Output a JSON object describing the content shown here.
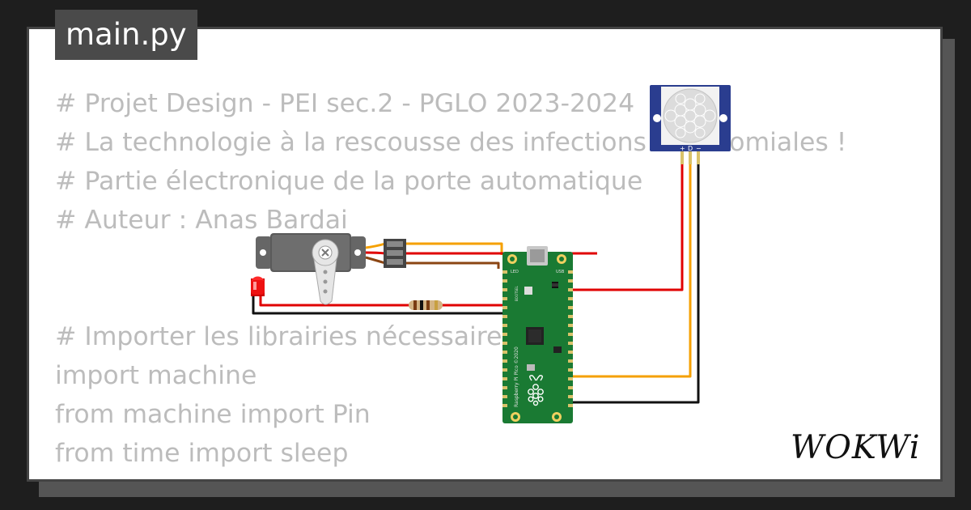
{
  "tab": {
    "filename": "main.py"
  },
  "code": {
    "lines": [
      "# Projet Design - PEI sec.2 - PGLO 2023-2024",
      "# La technologie à la rescousse des infections nosocomiales !",
      "# Partie électronique de la porte automatique",
      "# Auteur : Anas Bardai",
      "",
      "",
      "# Importer les librairies nécessaires",
      "import machine",
      "from machine import Pin",
      "from time import sleep"
    ]
  },
  "circuit": {
    "pir_pins": {
      "plus": "+",
      "data": "D",
      "minus": "−"
    },
    "pico_labels": {
      "usb": "USB",
      "led": "LED",
      "board": "Raspberry Pi Pico ©2020",
      "bootsel": "BOOTSEL"
    }
  },
  "brand": {
    "logo": "WOKWi"
  },
  "colors": {
    "wire_red": "#e00000",
    "wire_orange": "#f5a000",
    "wire_brown": "#8b4513",
    "board_green": "#1a7a33",
    "pir_blue": "#2a3d8f"
  }
}
